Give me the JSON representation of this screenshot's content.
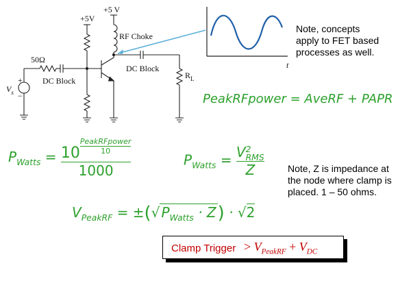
{
  "circuit": {
    "vcc_left": "+5V",
    "vcc_right": "+5 V",
    "rf_choke": "RF Choke",
    "resistor_50": "50Ω",
    "dc_block_1": "DC Block",
    "dc_block_2": "DC Block",
    "load_base": "R",
    "load_sub": "L",
    "source_base": "V",
    "source_sub": "s",
    "plus": "+",
    "minus": "−",
    "waveform_axis": "t"
  },
  "notes": {
    "fet_line1": "Note, concepts",
    "fet_line2": "apply to FET based",
    "fet_line3": "processes as well.",
    "z_line1": "Note, Z is impedance at",
    "z_line2": "the node where clamp is",
    "z_line3": "placed.  1 – 50 ohms."
  },
  "equations": {
    "peak": "PeakRFpower = AveRF + PAPR",
    "p_base": "P",
    "p_sub": "Watts",
    "eq_sign": " = ",
    "ten": "10",
    "exp_num": "PeakRFpower",
    "exp_den": "10",
    "thousand": "1000",
    "v_rms_base": "V",
    "v_rms_sup": "2",
    "v_rms_sub": "RMS",
    "z": "Z",
    "v_peak_base": "V",
    "v_peak_sub": "PeakRF",
    "pm": " = ±",
    "dot_z": " · Z",
    "dot": " · ",
    "sqrt_sym": "√",
    "two": "2"
  },
  "trigger": {
    "label": "Clamp Trigger",
    "gt": ">",
    "v1_base": "V",
    "v1_sub": "PeakRF",
    "plus": " + ",
    "v2_base": "V",
    "v2_sub": "DC"
  },
  "colors": {
    "equation": "#2ca02c",
    "trigger": "#c00000",
    "pointer": "#5aaed8"
  }
}
